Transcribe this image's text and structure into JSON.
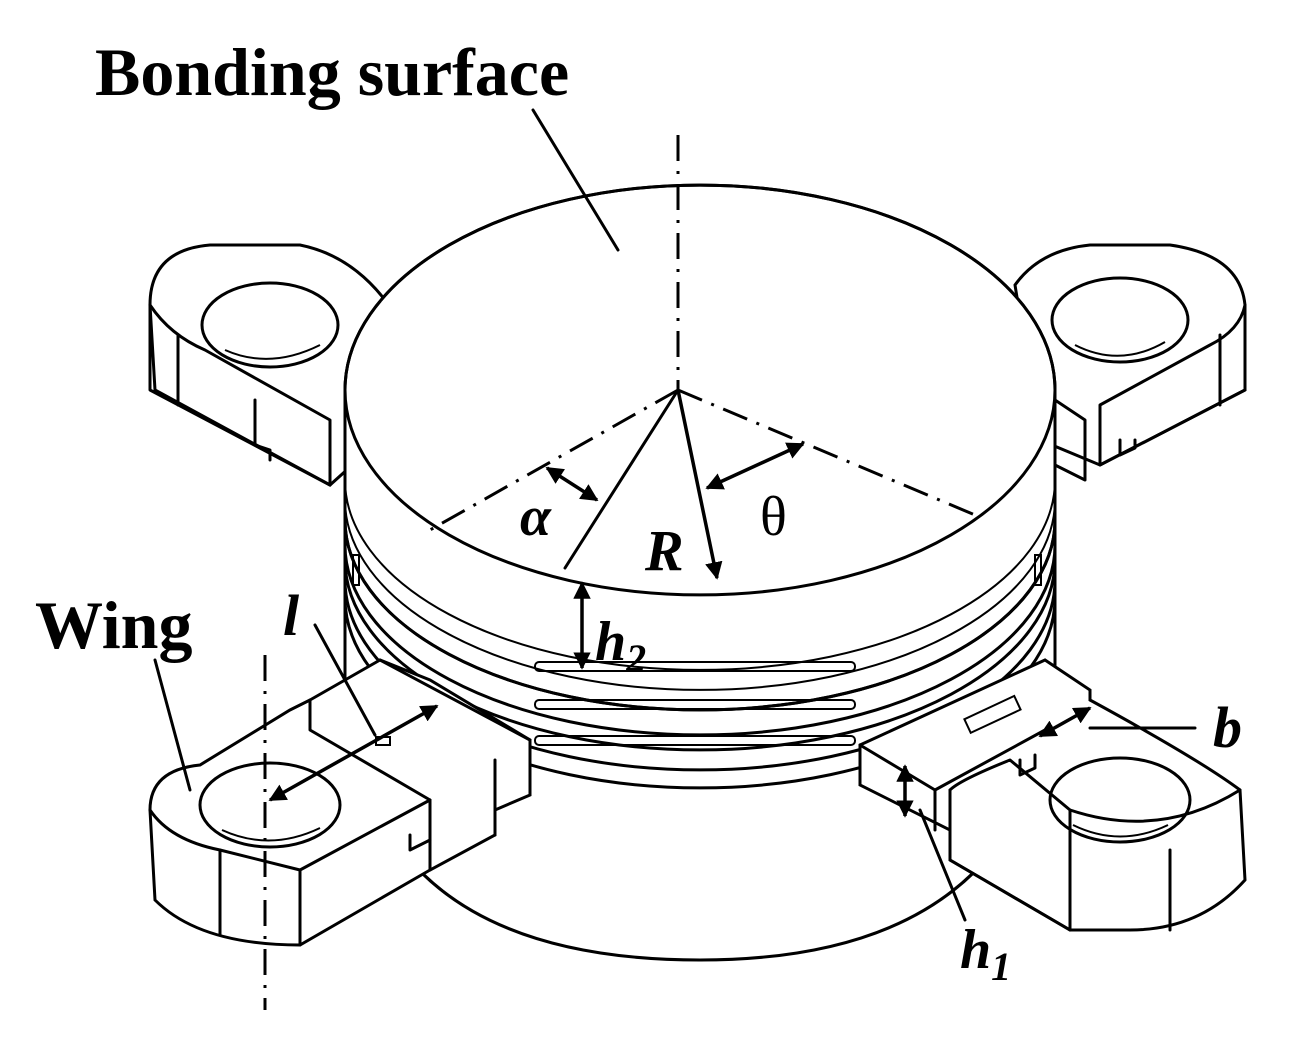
{
  "labels": {
    "bonding_surface": "Bonding surface",
    "wing": "Wing",
    "alpha": "α",
    "theta": "θ",
    "R": "R",
    "h2_main": "h",
    "h2_sub": "2",
    "h1_main": "h",
    "h1_sub": "1",
    "l": "l",
    "b": "b"
  },
  "colors": {
    "line": "#000000",
    "background": "#ffffff"
  }
}
